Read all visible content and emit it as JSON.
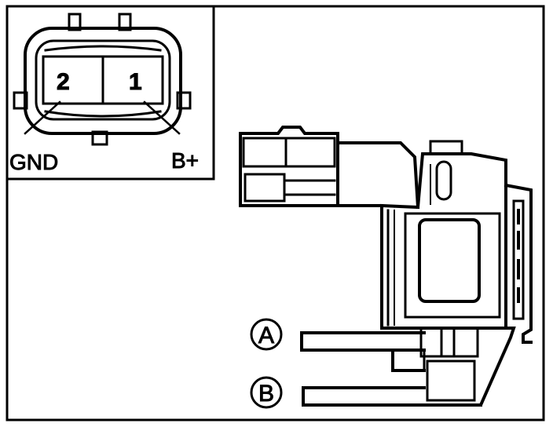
{
  "connector": {
    "pins": [
      {
        "number": "2",
        "label": "GND"
      },
      {
        "number": "1",
        "label": "B+"
      }
    ]
  },
  "ports": [
    "A",
    "B"
  ],
  "colors": {
    "ink": "#000000",
    "paper": "#ffffff"
  }
}
